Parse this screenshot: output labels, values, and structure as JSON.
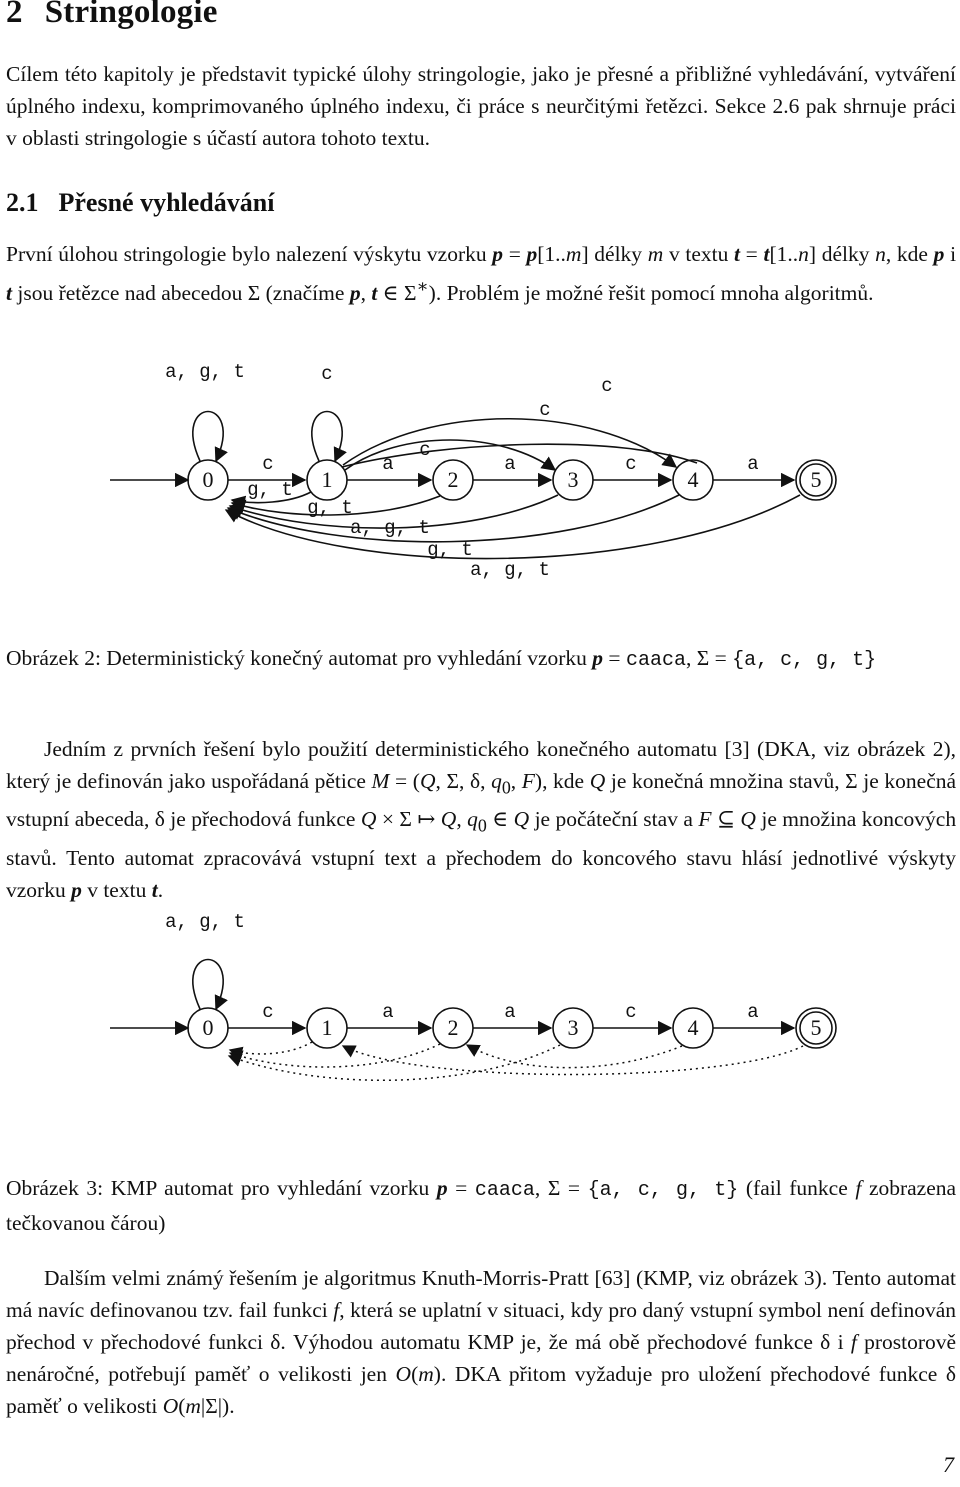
{
  "section": {
    "number": "2",
    "title": "Stringologie"
  },
  "intro": "Cílem této kapitoly je představit typické úlohy stringologie, jako je přesné a přibližné vyhledávání, vytváření úplného indexu, komprimovaného úplného indexu, či práce s neurčitými řetězci. Sekce 2.6 pak shrnuje práci v oblasti stringologie s účastí autora tohoto textu.",
  "subsection": {
    "number": "2.1",
    "title": "Přesné vyhledávání"
  },
  "p1": {
    "a": "První úlohou stringologie bylo nalezení výskytu vzorku",
    "b": "délky",
    "c": "v textu",
    "d": "délky",
    "e": ", kde",
    "f": "i",
    "g": "jsou řetězce nad abecedou Σ (značíme",
    "h": "). Problém je možné řešit pomocí mnoha algoritmů."
  },
  "fig2": {
    "states": [
      "0",
      "1",
      "2",
      "3",
      "4",
      "5"
    ],
    "labels": {
      "loop0": "a, g, t",
      "loop1": "c",
      "e01": "c",
      "e12": "a",
      "e23": "a",
      "e34": "c",
      "e45": "a",
      "e13": "c",
      "e14": "c",
      "e15": "c",
      "b10": "g, t",
      "b20": "g, t",
      "b30": "a, g, t",
      "b40": "g, t",
      "b50": "a, g, t"
    },
    "caption_prefix": "Obrázek 2: Deterministický konečný automat pro vyhledání vzorku",
    "caption_pattern": "caaca",
    "caption_sigma": "{a, c, g, t}"
  },
  "p2": "Jedním z prvních řešení bylo použití deterministického konečného automatu [3] (DKA, viz obrázek 2), který je definován jako uspořádaná pětice",
  "p2b": ", kde",
  "p2c": "je konečná množina stavů, Σ je konečná vstupní abeceda, δ je přechodová funkce",
  "p2d": "je počáteční stav a",
  "p2e": "je množina koncových stavů. Tento automat zpracovává vstupní text a přechodem do koncového stavu hlásí jednotlivé výskyty vzorku",
  "p2f": "v textu",
  "fig3": {
    "states": [
      "0",
      "1",
      "2",
      "3",
      "4",
      "5"
    ],
    "labels": {
      "loop0": "a, g, t",
      "e01": "c",
      "e12": "a",
      "e23": "a",
      "e34": "c",
      "e45": "a"
    },
    "caption_prefix": "Obrázek 3: KMP automat pro vyhledání vzorku",
    "caption_pattern": "caaca",
    "caption_sigma": "{a, c, g, t}",
    "caption_suffix": "(fail funkce",
    "caption_suffix2": "zobrazena tečkovanou čárou)"
  },
  "p3": {
    "a": "Dalším velmi známý řešením je algoritmus Knuth-Morris-Pratt [63] (KMP, viz obrázek 3). Tento automat má navíc definovanou tzv. fail funkci",
    "b": ", která se uplatní v situaci, kdy pro daný vstupní symbol není definován přechod v přechodové funkci δ. Výhodou automatu KMP je, že má obě přechodové funkce δ i",
    "c": "prostorově nenáročné, potřebují paměť o velikosti jen",
    "d": ". DKA přitom vyžaduje pro uložení přechodové funkce δ paměť o velikosti"
  },
  "page_number": "7"
}
